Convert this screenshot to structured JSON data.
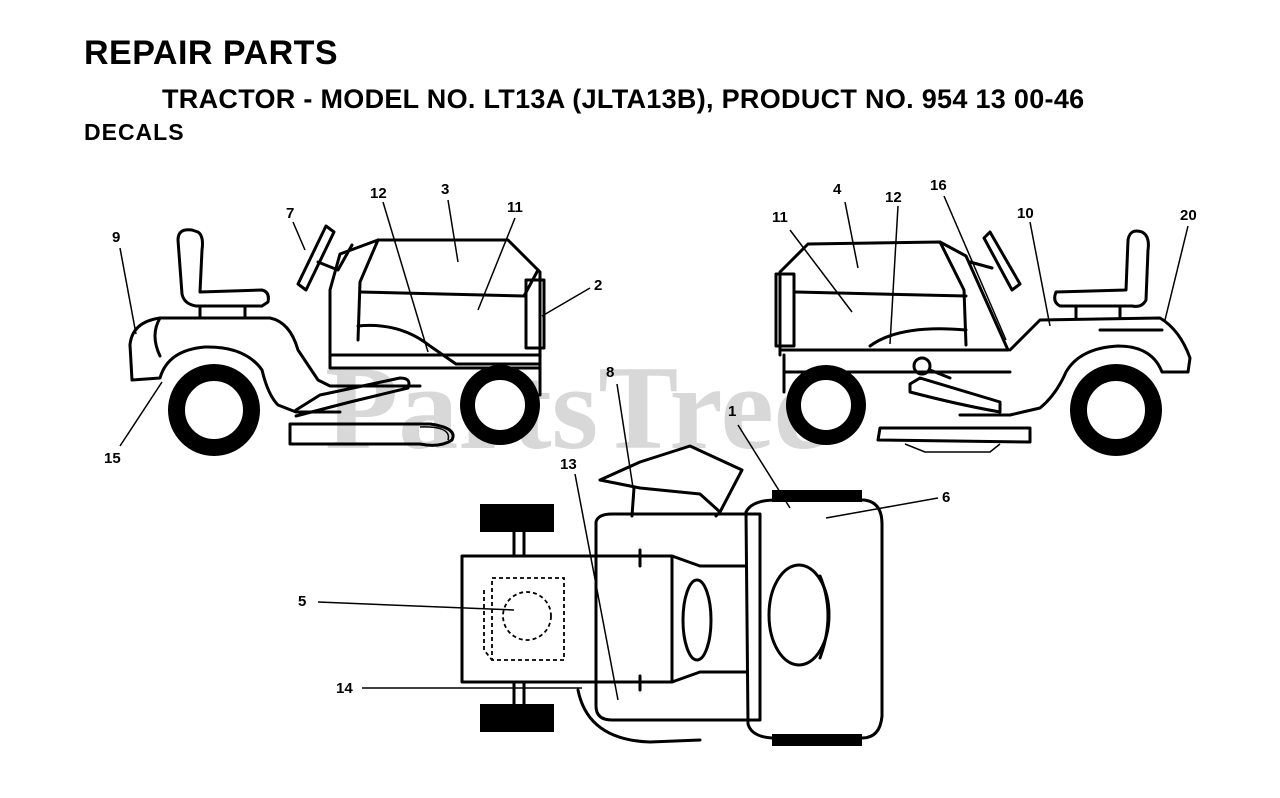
{
  "header": {
    "title": "REPAIR PARTS",
    "subtitle": "TRACTOR - MODEL NO. LT13A (JLTA13B), PRODUCT NO. 954 13 00-46",
    "section": "DECALS"
  },
  "watermark": "PartsTree",
  "callouts": {
    "left_view": [
      "9",
      "7",
      "12",
      "3",
      "11",
      "2",
      "15"
    ],
    "right_view": [
      "11",
      "4",
      "12",
      "16",
      "10",
      "20"
    ],
    "top_view": [
      "8",
      "13",
      "1",
      "6",
      "5",
      "14"
    ]
  },
  "colors": {
    "line": "#000000",
    "watermark": "#d8d8d8",
    "background": "#ffffff"
  }
}
